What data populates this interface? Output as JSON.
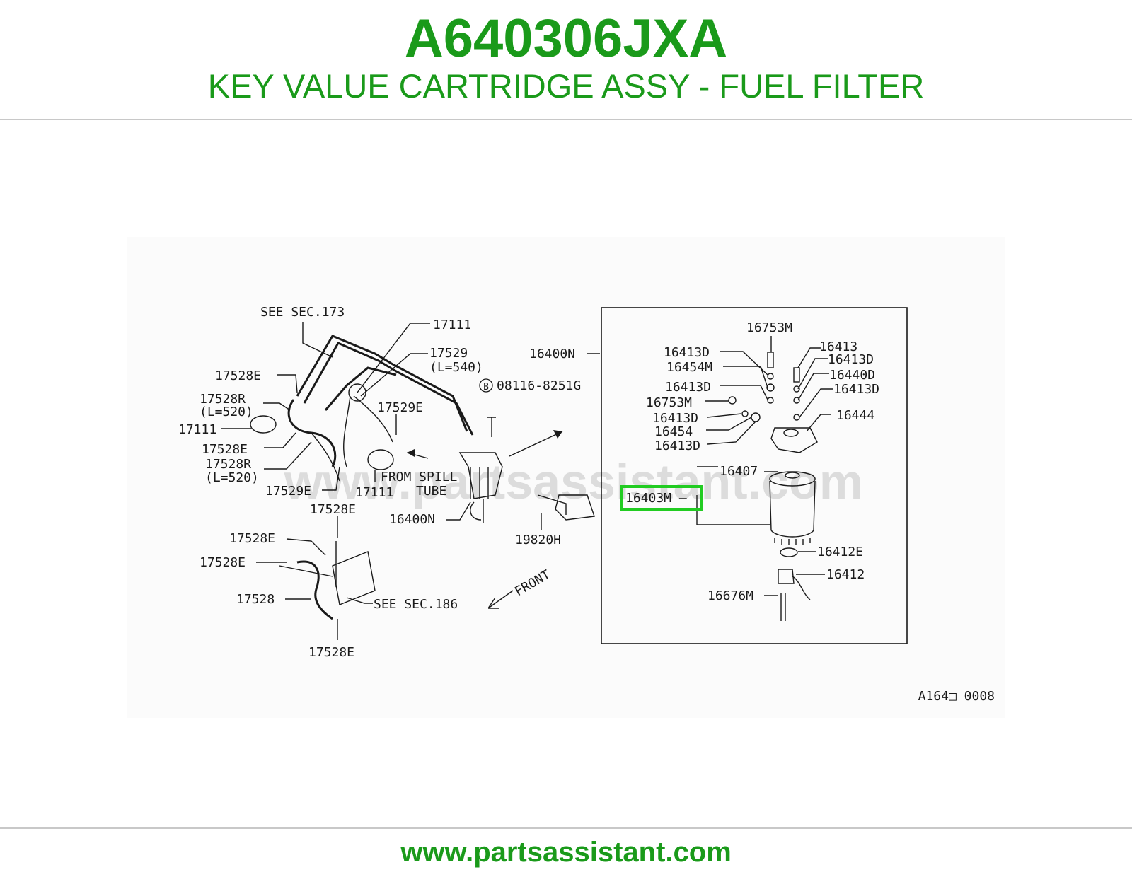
{
  "header": {
    "part_number": "A640306JXA",
    "description": "KEY VALUE CARTRIDGE ASSY - FUEL FILTER"
  },
  "footer": {
    "url": "www.partsassistant.com"
  },
  "diagram": {
    "watermark": "www.partsassistant.com",
    "code": "A164□ 0008",
    "highlight_label": "16403M —",
    "labels": {
      "see_sec_173": "SEE SEC.173",
      "p17111_top": "17111",
      "p17529": "17529",
      "p17529_len": "(L=540)",
      "p16400N_right": "16400N",
      "p17528E_1": "17528E",
      "p17528R_1": "17528R",
      "p17528R_1_len": "(L=520)",
      "p17111_left": "17111",
      "p17528E_2": "17528E",
      "p17528R_2": "17528R",
      "p17528R_2_len": "(L=520)",
      "p17529E_1": "17529E",
      "bolt_code_prefix": "B",
      "bolt_code": "08116-8251G",
      "from_spill": "FROM SPILL",
      "tube": "TUBE",
      "p17529E_2": "17529E",
      "p17111_bottom": "17111",
      "p16400N_bottom": "16400N",
      "p19820H": "19820H",
      "p17528E_3": "17528E",
      "p17528E_4": "17528E",
      "p17528E_5": "17528E",
      "p17528": "17528",
      "see_sec_186": "SEE SEC.186",
      "p17528E_6": "17528E",
      "front": "FRONT",
      "p16753M_top": "16753M",
      "p16413D_a": "16413D",
      "p16413": "16413",
      "p16413D_b": "16413D",
      "p16454M": "16454M",
      "p16440D": "16440D",
      "p16413D_c": "16413D",
      "p16413D_d": "16413D",
      "p16753M_mid": "16753M",
      "p16444": "16444",
      "p16413D_e": "16413D",
      "p16454": "16454",
      "p16413D_f": "16413D",
      "p16407": "16407",
      "p16412E": "16412E",
      "p16412": "16412",
      "p16676M": "16676M"
    }
  }
}
